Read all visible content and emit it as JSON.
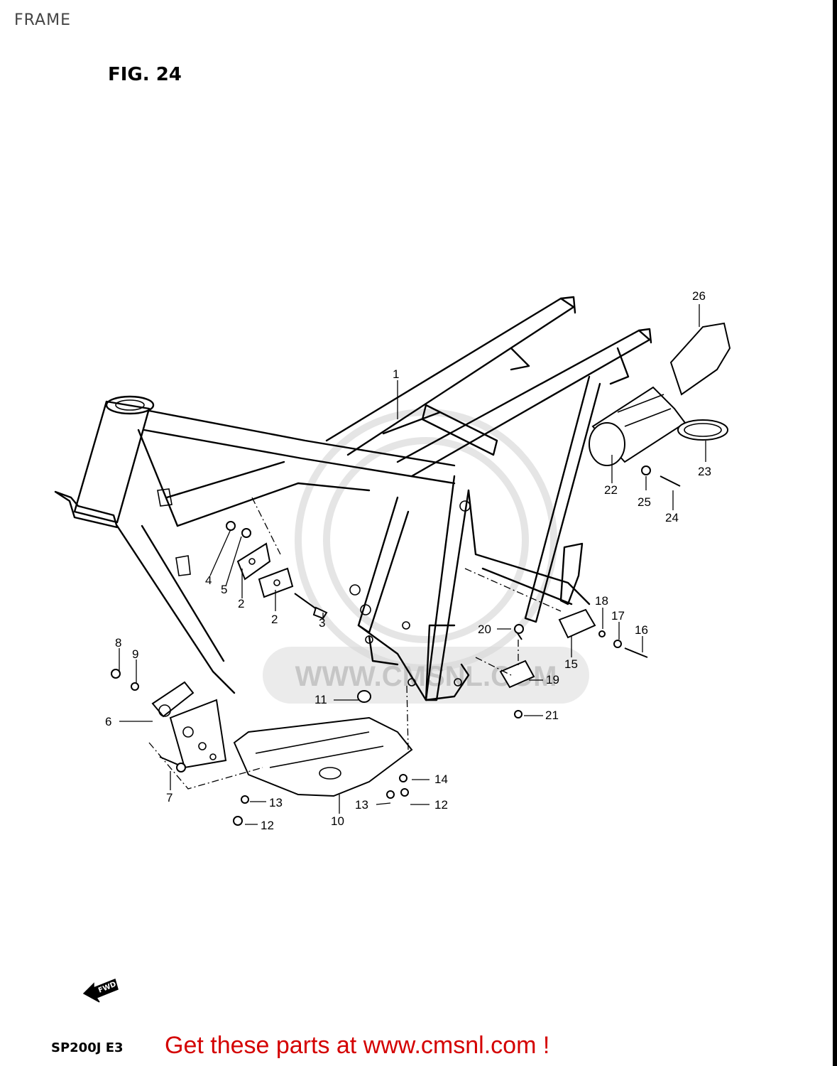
{
  "page_title": "FRAME",
  "figure_label": "FIG. 24",
  "model_code": "SP200J  E3",
  "promo_text": "Get these parts at www.cmsnl.com !",
  "watermark_text": "WWW.CMSNL.COM",
  "forward_arrow_label": "FWD",
  "callouts": {
    "p1": "1",
    "p2a": "2",
    "p2b": "2",
    "p3": "3",
    "p4": "4",
    "p5": "5",
    "p6": "6",
    "p7": "7",
    "p8": "8",
    "p9": "9",
    "p10": "10",
    "p11": "11",
    "p12a": "12",
    "p12b": "12",
    "p13a": "13",
    "p13b": "13",
    "p14": "14",
    "p15": "15",
    "p16": "16",
    "p17": "17",
    "p18": "18",
    "p19": "19",
    "p20": "20",
    "p21": "21",
    "p22": "22",
    "p23": "23",
    "p24": "24",
    "p25": "25",
    "p26": "26"
  },
  "colors": {
    "promo": "#d40000",
    "line": "#000000",
    "watermark": "#cfcfcf"
  }
}
